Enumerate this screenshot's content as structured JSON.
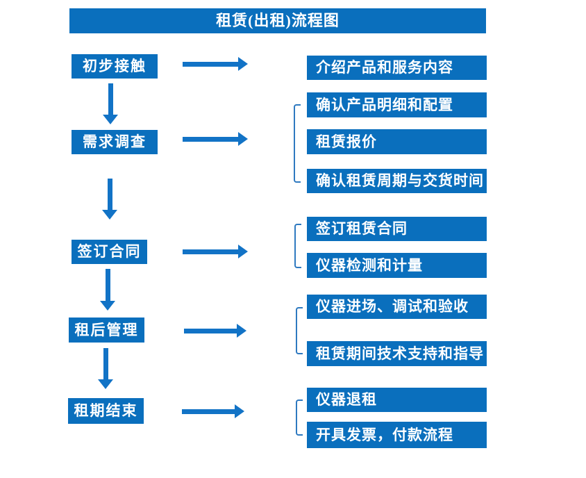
{
  "title": "租赁(出租)流程图",
  "colors": {
    "box_blue": "#0a6fbd",
    "arrow_blue": "#1273c6",
    "bracket_blue": "#2e79c0",
    "text": "#ffffff",
    "background": "#ffffff"
  },
  "flow": [
    {
      "step": "初步接触",
      "details": [
        "介绍产品和服务内容"
      ]
    },
    {
      "step": "需求调查",
      "details": [
        "确认产品明细和配置",
        "租赁报价",
        "确认租赁周期与交货时间"
      ]
    },
    {
      "step": "签订合同",
      "details": [
        "签订租赁合同",
        "仪器检测和计量"
      ]
    },
    {
      "step": "租后管理",
      "details": [
        "仪器进场、调试和验收",
        "租赁期间技术支持和指导"
      ]
    },
    {
      "step": "租期结束",
      "details": [
        "仪器退租",
        "开具发票，付款流程"
      ]
    }
  ]
}
